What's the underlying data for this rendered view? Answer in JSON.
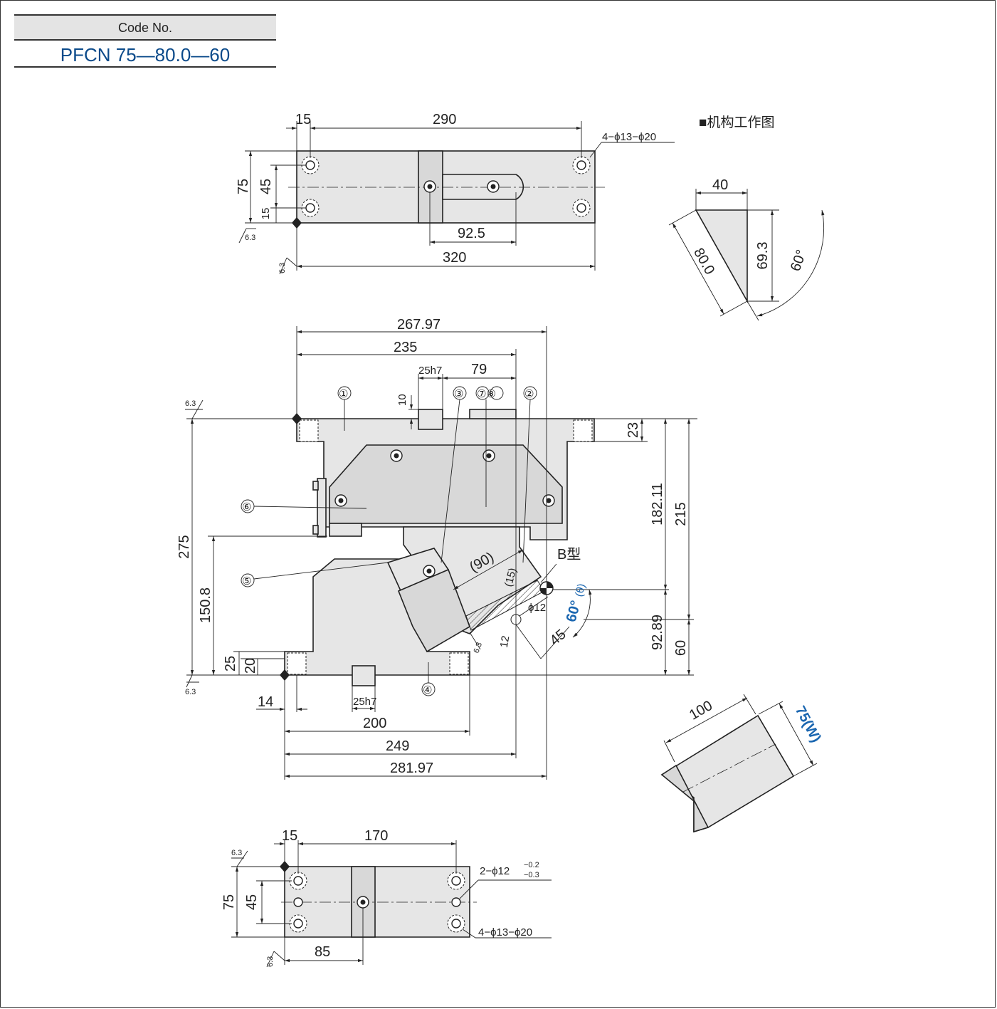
{
  "header": {
    "code_label": "Code No.",
    "code_value": "PFCN 75—80.0—60"
  },
  "top_view": {
    "dims": {
      "d15": "15",
      "d290": "290",
      "d75": "75",
      "d45": "45",
      "d15b": "15",
      "d92_5": "92.5",
      "d320": "320"
    },
    "holes_note": "4−ϕ13−ϕ20",
    "roughness": "6.3"
  },
  "mechanism": {
    "title": "■机构工作图",
    "d40": "40",
    "d80": "80.0",
    "d69_3": "69.3",
    "d60deg": "60°"
  },
  "front_view": {
    "dims": {
      "d267_97": "267.97",
      "d235": "235",
      "d25h7_top": "25h7",
      "d79": "79",
      "d10": "10",
      "d23": "23",
      "d182_11": "182.11",
      "d215": "215",
      "d275": "275",
      "d150_8": "150.8",
      "d25": "25",
      "d20": "20",
      "d14": "14",
      "d25h7_bottom": "25h7",
      "d200": "200",
      "d249": "249",
      "d281_97": "281.97",
      "d90": "(90)",
      "d15p": "(15)",
      "phi12": "ϕ12",
      "d12": "12",
      "d45": "45",
      "d92_89": "92.89",
      "d60": "60"
    },
    "type_label": "B型",
    "angle_value": "60°",
    "angle_symbol": "(θ)",
    "parts": [
      "①",
      "②",
      "③",
      "④",
      "⑤",
      "⑥",
      "⑦⑧"
    ],
    "roughness": "6.3"
  },
  "iso_view": {
    "d100": "100",
    "d75w": "75(W)"
  },
  "bottom_view": {
    "dims": {
      "d15": "15",
      "d170": "170",
      "d75": "75",
      "d45": "45",
      "d85": "85"
    },
    "pin_note_main": "2−ϕ12",
    "pin_tol_upper": "−0.2",
    "pin_tol_lower": "−0.3",
    "holes_note": "4−ϕ13−ϕ20",
    "roughness": "6.3"
  },
  "colors": {
    "part_fill": "#e6e6e6",
    "outline": "#222222",
    "blue_text": "#1a66b0",
    "code_blue": "#0b4a8a"
  }
}
